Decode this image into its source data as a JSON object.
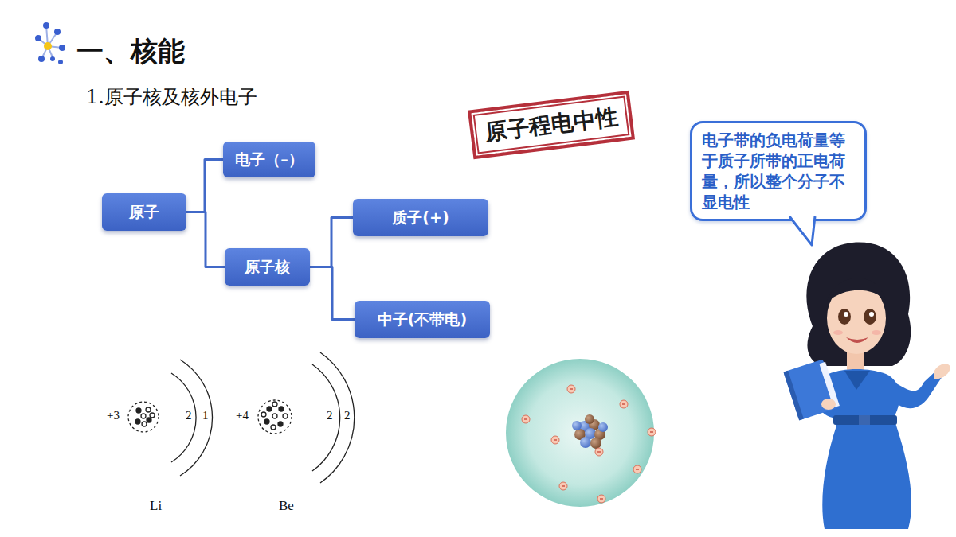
{
  "diagram": {
    "title": "一、核能",
    "nodes": [
      {
        "text": [
          "原子"
        ]
      },
      {
        "text": [
          "电子（–）"
        ]
      },
      {
        "text": [
          "原子核"
        ]
      },
      {
        "text": [
          "质子(+)"
        ]
      },
      {
        "text": [
          "中子(不带电)"
        ]
      },
      {
        "text": [
          "原子程电中性"
        ]
      },
      {
        "text": [
          "电子带的负电荷量等于质子所带的正电荷量，所以整个分子不显电性"
        ]
      }
    ],
    "edges": [
      {
        "from": 0,
        "to": 1,
        "arrow": "none"
      },
      {
        "from": 0,
        "to": 2,
        "arrow": "none"
      },
      {
        "from": 2,
        "to": 3,
        "arrow": "none"
      },
      {
        "from": 2,
        "to": 4,
        "arrow": "none"
      }
    ],
    "labels": [
      "1.原子核及核外电子",
      "+3",
      "2",
      "1",
      "+4",
      "2",
      "2",
      "Li",
      "Be"
    ]
  }
}
